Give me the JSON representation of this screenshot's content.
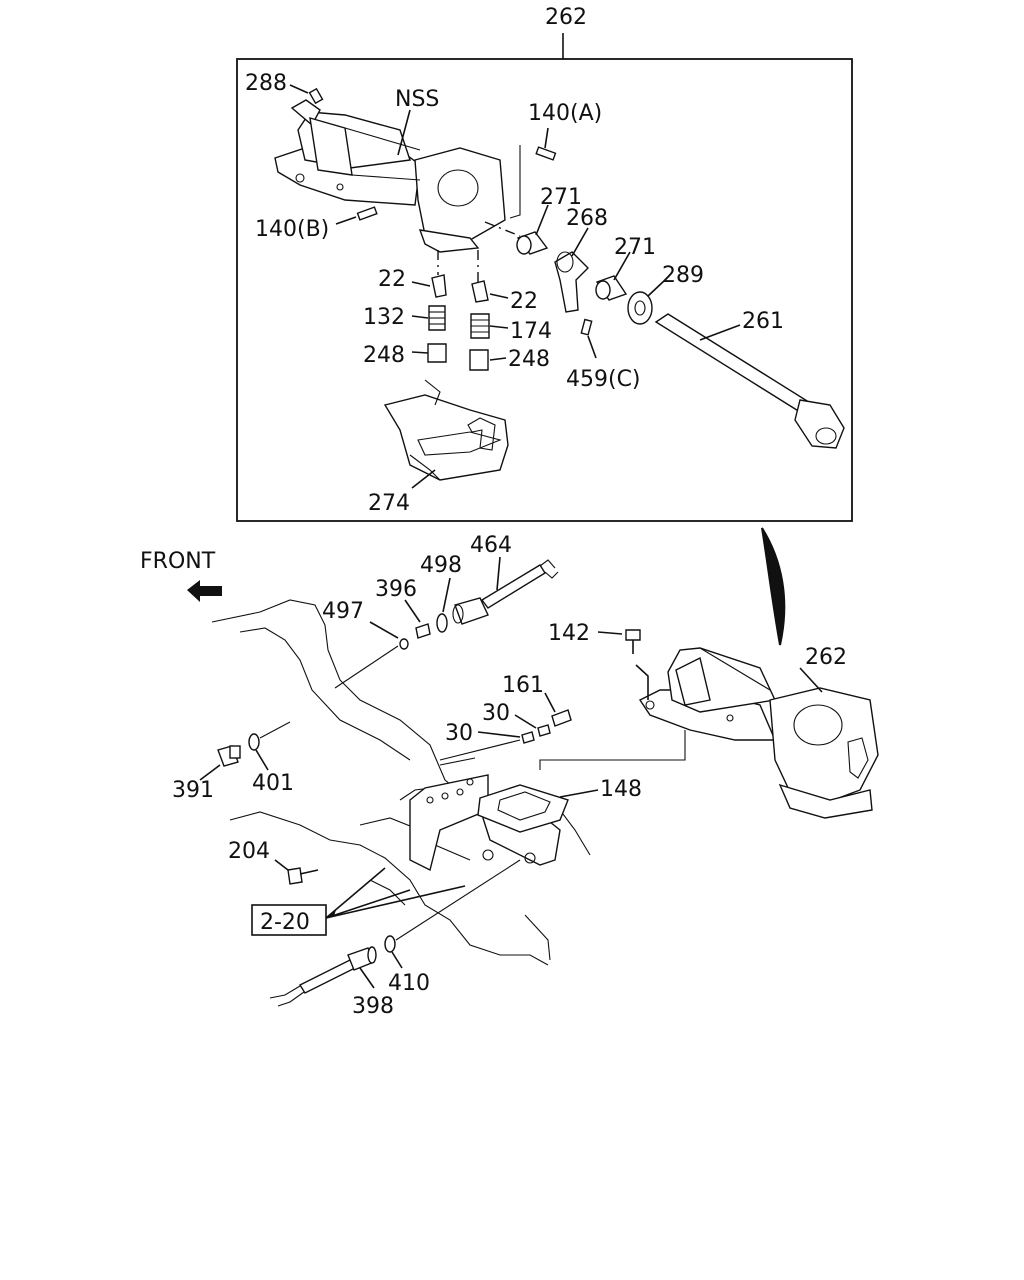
{
  "diagram": {
    "front_label": "FRONT",
    "nss_label": "NSS",
    "ref_box": "2-20",
    "callouts": {
      "c262_top": "262",
      "c288": "288",
      "c140a": "140(A)",
      "c140b": "140(B)",
      "c271a": "271",
      "c268": "268",
      "c271b": "271",
      "c289": "289",
      "c261": "261",
      "c22a": "22",
      "c22b": "22",
      "c132": "132",
      "c174": "174",
      "c248a": "248",
      "c248b": "248",
      "c459c": "459(C)",
      "c274": "274",
      "c464": "464",
      "c498": "498",
      "c396": "396",
      "c497": "497",
      "c142": "142",
      "c262_right": "262",
      "c161": "161",
      "c30a": "30",
      "c30b": "30",
      "c148": "148",
      "c391": "391",
      "c401": "401",
      "c204": "204",
      "c410": "410",
      "c398": "398"
    }
  }
}
